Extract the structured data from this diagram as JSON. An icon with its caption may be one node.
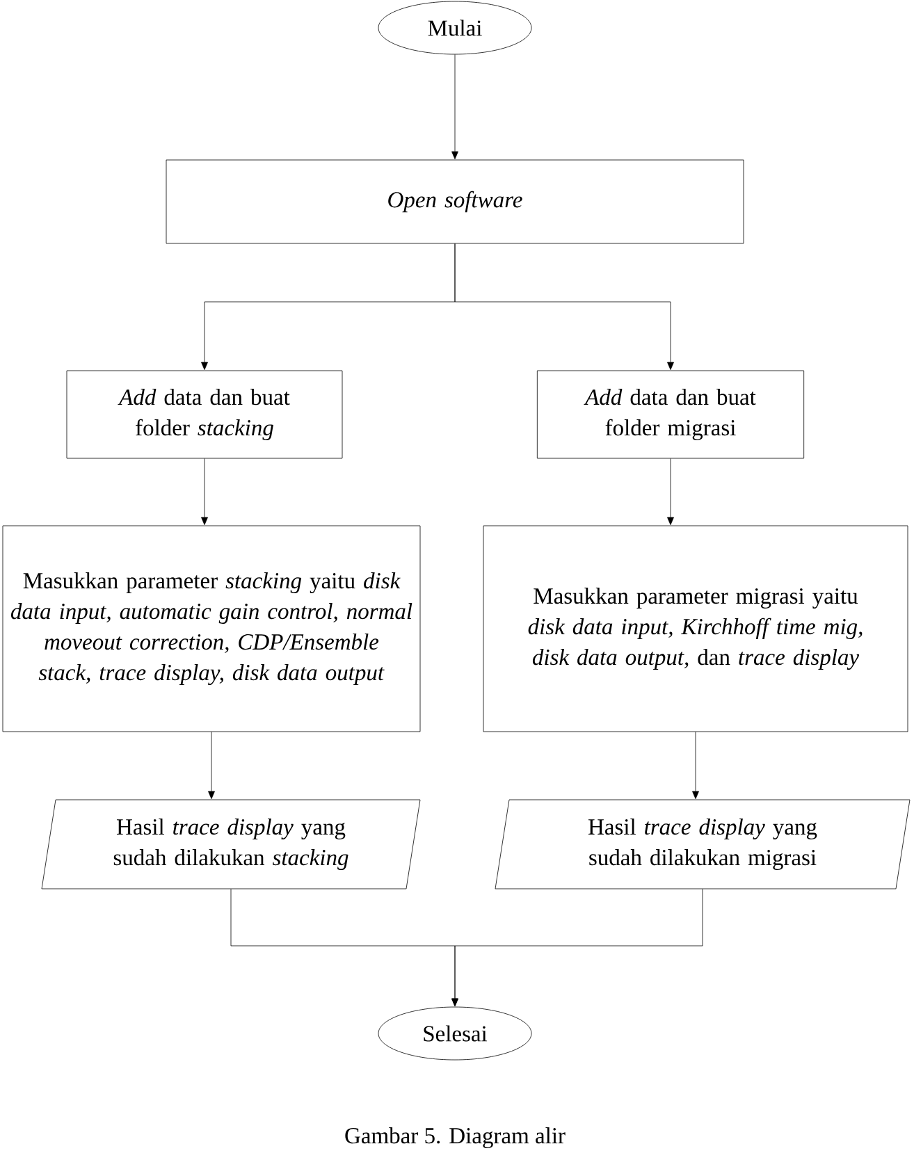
{
  "diagram": {
    "caption": "Gambar 5. Diagram alir",
    "nodes": [
      {
        "text": [
          "Mulai"
        ]
      },
      {
        "text": [
          "*Open software*"
        ]
      },
      {
        "text": [
          "*Add* data dan buat folder *stacking*"
        ]
      },
      {
        "text": [
          "*Add* data dan buat folder migrasi"
        ]
      },
      {
        "text": [
          "Masukkan parameter *stacking* yaitu *disk data input, automatic gain control, normal moveout correction, CDP/Ensemble stack, trace display, disk data output*"
        ]
      },
      {
        "text": [
          "Masukkan parameter migrasi yaitu *disk data input, Kirchhoff time mig, disk data output,* dan *trace display*"
        ]
      },
      {
        "text": [
          "Hasil *trace display* yang sudah dilakukan *stacking*"
        ]
      },
      {
        "text": [
          "Hasil *trace display* yang sudah dilakukan migrasi"
        ]
      },
      {
        "text": [
          "Selesai"
        ]
      }
    ],
    "edges": [
      {
        "from": 0,
        "to": 1,
        "arrow": "to"
      },
      {
        "from": 1,
        "to": 2,
        "arrow": "to"
      },
      {
        "from": 1,
        "to": 3,
        "arrow": "to"
      },
      {
        "from": 2,
        "to": 4,
        "arrow": "to"
      },
      {
        "from": 3,
        "to": 5,
        "arrow": "to"
      },
      {
        "from": 4,
        "to": 6,
        "arrow": "to"
      },
      {
        "from": 5,
        "to": 7,
        "arrow": "to"
      },
      {
        "from": 6,
        "to": 8,
        "arrow": "to"
      },
      {
        "from": 7,
        "to": 8,
        "arrow": "to"
      }
    ]
  }
}
